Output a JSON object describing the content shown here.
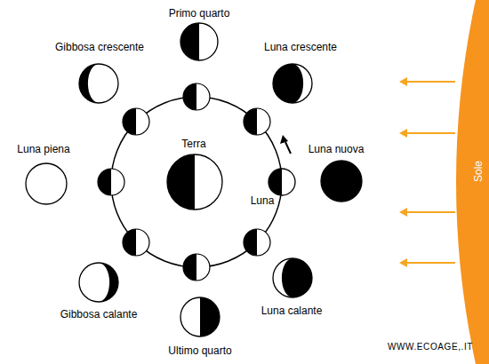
{
  "diagram": {
    "nodes": [
      {
        "text": [
          "Primo quarto"
        ]
      },
      {
        "text": [
          "Gibbosa crescente"
        ]
      },
      {
        "text": [
          "Luna crescente"
        ]
      },
      {
        "text": [
          "Luna piena"
        ]
      },
      {
        "text": [
          "Terra"
        ]
      },
      {
        "text": [
          "Luna nuova"
        ]
      },
      {
        "text": [
          "Luna"
        ]
      },
      {
        "text": [
          "Sole"
        ]
      },
      {
        "text": [
          "Gibbosa calante"
        ]
      },
      {
        "text": [
          "Luna calante"
        ]
      },
      {
        "text": [
          "Ultimo quarto"
        ]
      }
    ],
    "labels": [
      "WWW.ECOAGE,.IT"
    ]
  }
}
